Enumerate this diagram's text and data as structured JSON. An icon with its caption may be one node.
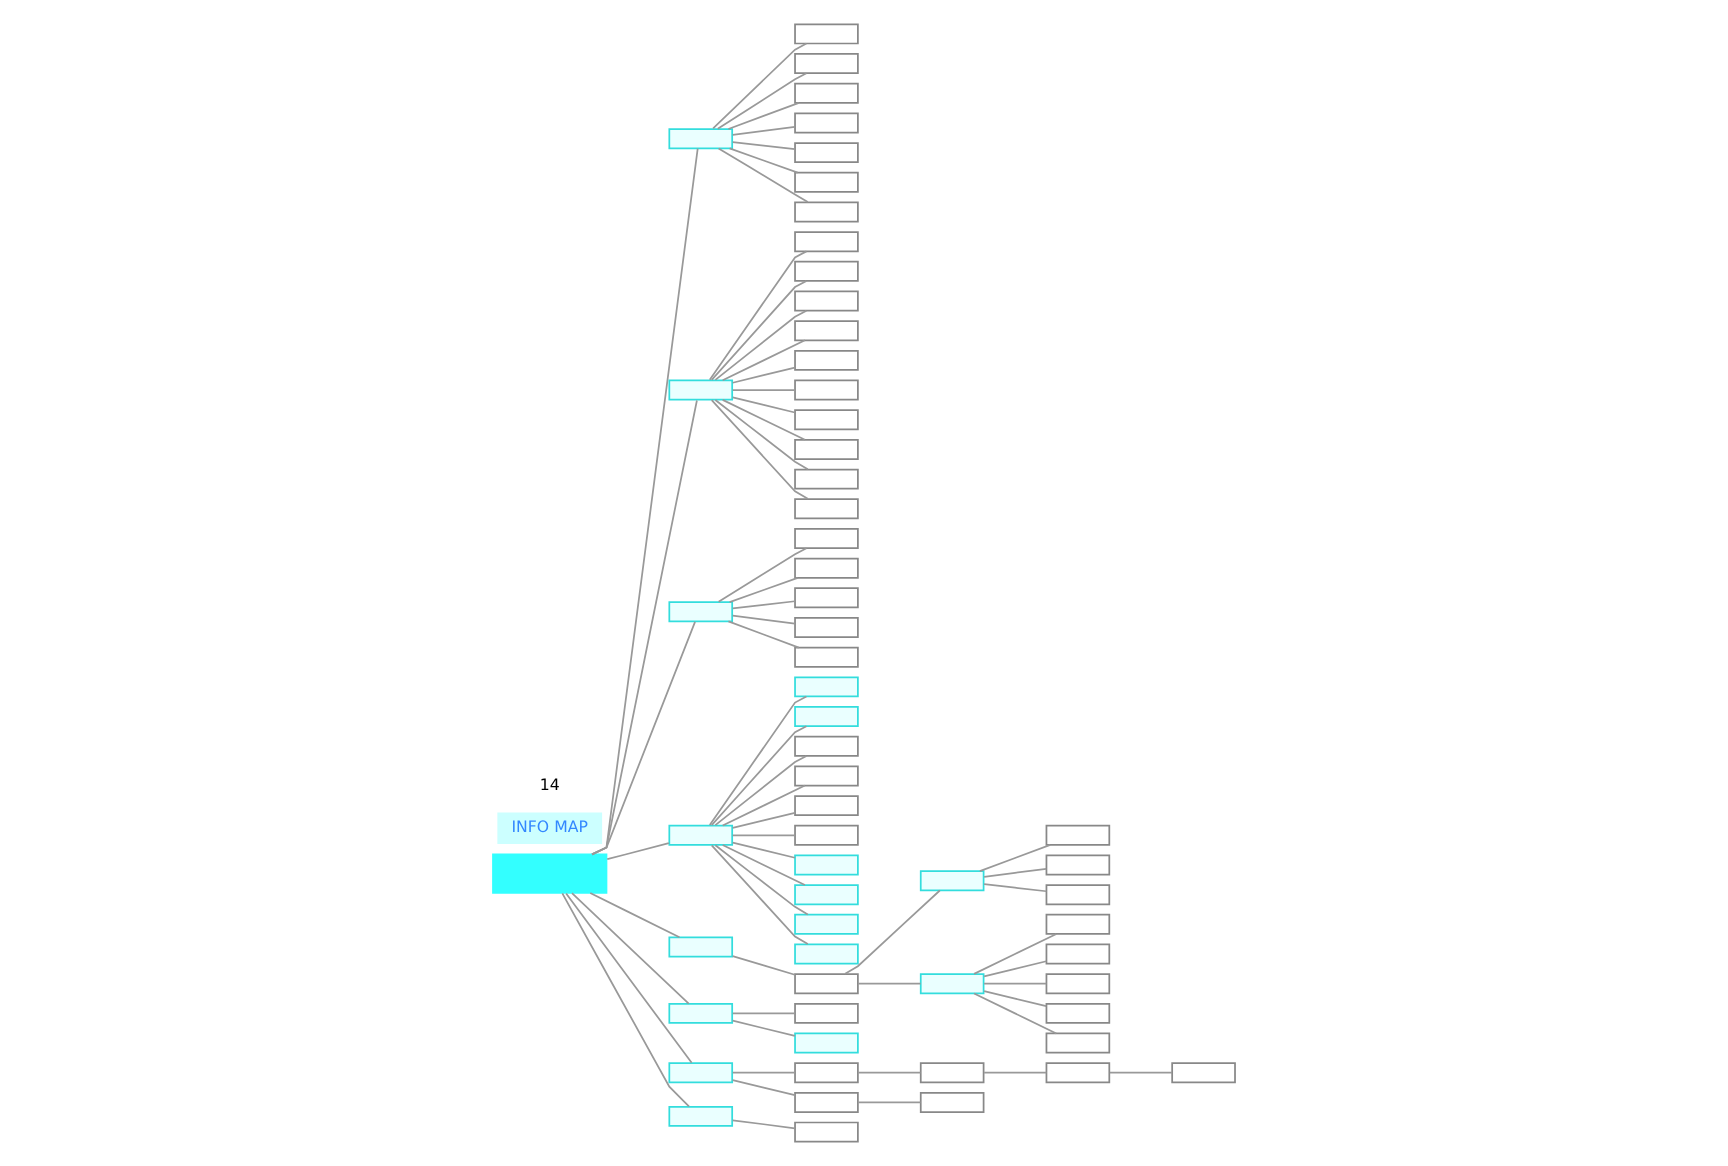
{
  "diagram": {
    "nodes": [
      {
        "text": [],
        "shape": "box"
      },
      {
        "text": [],
        "shape": "box"
      },
      {
        "text": [],
        "shape": "box"
      },
      {
        "text": [],
        "shape": "box"
      },
      {
        "text": [],
        "shape": "box"
      },
      {
        "text": [],
        "shape": "box"
      },
      {
        "text": [],
        "shape": "box"
      },
      {
        "text": [],
        "shape": "box"
      },
      {
        "text": [],
        "shape": "box"
      },
      {
        "text": [],
        "shape": "box"
      },
      {
        "text": [],
        "shape": "box"
      },
      {
        "text": [],
        "shape": "box"
      },
      {
        "text": [],
        "shape": "box"
      },
      {
        "text": [],
        "shape": "box"
      },
      {
        "text": [],
        "shape": "box"
      },
      {
        "text": [],
        "shape": "box"
      },
      {
        "text": [],
        "shape": "box"
      },
      {
        "text": [],
        "shape": "box"
      },
      {
        "text": [],
        "shape": "box"
      },
      {
        "text": [],
        "shape": "box"
      },
      {
        "text": [],
        "shape": "box"
      },
      {
        "text": [],
        "shape": "box"
      },
      {
        "text": [],
        "shape": "box"
      },
      {
        "text": [],
        "shape": "box"
      },
      {
        "text": [],
        "shape": "box"
      },
      {
        "text": [],
        "shape": "box"
      },
      {
        "text": [],
        "shape": "box"
      },
      {
        "text": [],
        "shape": "box"
      },
      {
        "text": [],
        "shape": "box"
      },
      {
        "text": [],
        "shape": "box"
      },
      {
        "text": [],
        "shape": "box"
      },
      {
        "text": [],
        "shape": "box"
      },
      {
        "text": [],
        "shape": "box"
      },
      {
        "text": [],
        "shape": "box"
      },
      {
        "text": [],
        "shape": "box"
      },
      {
        "text": [],
        "shape": "box"
      },
      {
        "text": [],
        "shape": "box"
      },
      {
        "text": [],
        "shape": "box"
      },
      {
        "text": [],
        "shape": "box"
      },
      {
        "text": [],
        "shape": "box"
      },
      {
        "text": [],
        "shape": "box"
      },
      {
        "text": [],
        "shape": "box"
      },
      {
        "text": [],
        "shape": "box"
      },
      {
        "text": [],
        "shape": "box"
      },
      {
        "text": [],
        "shape": "box"
      },
      {
        "text": [],
        "shape": "box"
      },
      {
        "text": [],
        "shape": "box"
      },
      {
        "text": [],
        "shape": "box"
      },
      {
        "text": [],
        "shape": "box"
      },
      {
        "text": [],
        "shape": "box"
      },
      {
        "text": [],
        "shape": "box"
      },
      {
        "text": [],
        "shape": "box"
      },
      {
        "text": [],
        "shape": "box"
      },
      {
        "text": [],
        "shape": "box"
      },
      {
        "text": [],
        "shape": "box"
      },
      {
        "text": [],
        "shape": "box"
      },
      {
        "text": [],
        "shape": "box"
      },
      {
        "text": [],
        "shape": "box"
      },
      {
        "text": [],
        "shape": "box"
      },
      {
        "text": [],
        "shape": "box"
      },
      {
        "text": [],
        "shape": "box"
      }
    ],
    "edges": [
      {
        "from": 0,
        "to": 1,
        "arrow": "none"
      },
      {
        "from": 0,
        "to": 9,
        "arrow": "none"
      },
      {
        "from": 0,
        "to": 20,
        "arrow": "none"
      },
      {
        "from": 0,
        "to": 26,
        "arrow": "none"
      },
      {
        "from": 0,
        "to": 37,
        "arrow": "none"
      },
      {
        "from": 0,
        "to": 49,
        "arrow": "none"
      },
      {
        "from": 0,
        "to": 52,
        "arrow": "none"
      },
      {
        "from": 0,
        "to": 59,
        "arrow": "none"
      },
      {
        "from": 1,
        "to": 2,
        "arrow": "none"
      },
      {
        "from": 1,
        "to": 3,
        "arrow": "none"
      },
      {
        "from": 1,
        "to": 4,
        "arrow": "none"
      },
      {
        "from": 1,
        "to": 5,
        "arrow": "none"
      },
      {
        "from": 1,
        "to": 6,
        "arrow": "none"
      },
      {
        "from": 1,
        "to": 7,
        "arrow": "none"
      },
      {
        "from": 1,
        "to": 8,
        "arrow": "none"
      },
      {
        "from": 9,
        "to": 10,
        "arrow": "none"
      },
      {
        "from": 9,
        "to": 11,
        "arrow": "none"
      },
      {
        "from": 9,
        "to": 12,
        "arrow": "none"
      },
      {
        "from": 9,
        "to": 13,
        "arrow": "none"
      },
      {
        "from": 9,
        "to": 14,
        "arrow": "none"
      },
      {
        "from": 9,
        "to": 15,
        "arrow": "none"
      },
      {
        "from": 9,
        "to": 16,
        "arrow": "none"
      },
      {
        "from": 9,
        "to": 17,
        "arrow": "none"
      },
      {
        "from": 9,
        "to": 18,
        "arrow": "none"
      },
      {
        "from": 9,
        "to": 19,
        "arrow": "none"
      },
      {
        "from": 20,
        "to": 21,
        "arrow": "none"
      },
      {
        "from": 20,
        "to": 22,
        "arrow": "none"
      },
      {
        "from": 20,
        "to": 23,
        "arrow": "none"
      },
      {
        "from": 20,
        "to": 24,
        "arrow": "none"
      },
      {
        "from": 20,
        "to": 25,
        "arrow": "none"
      },
      {
        "from": 26,
        "to": 27,
        "arrow": "none"
      },
      {
        "from": 26,
        "to": 28,
        "arrow": "none"
      },
      {
        "from": 26,
        "to": 29,
        "arrow": "none"
      },
      {
        "from": 26,
        "to": 30,
        "arrow": "none"
      },
      {
        "from": 26,
        "to": 31,
        "arrow": "none"
      },
      {
        "from": 26,
        "to": 32,
        "arrow": "none"
      },
      {
        "from": 26,
        "to": 33,
        "arrow": "none"
      },
      {
        "from": 26,
        "to": 34,
        "arrow": "none"
      },
      {
        "from": 26,
        "to": 35,
        "arrow": "none"
      },
      {
        "from": 26,
        "to": 36,
        "arrow": "none"
      },
      {
        "from": 37,
        "to": 38,
        "arrow": "none"
      },
      {
        "from": 38,
        "to": 39,
        "arrow": "none"
      },
      {
        "from": 39,
        "to": 40,
        "arrow": "none"
      },
      {
        "from": 39,
        "to": 41,
        "arrow": "none"
      },
      {
        "from": 39,
        "to": 42,
        "arrow": "none"
      },
      {
        "from": 38,
        "to": 43,
        "arrow": "none"
      },
      {
        "from": 43,
        "to": 44,
        "arrow": "none"
      },
      {
        "from": 43,
        "to": 45,
        "arrow": "none"
      },
      {
        "from": 43,
        "to": 46,
        "arrow": "none"
      },
      {
        "from": 43,
        "to": 47,
        "arrow": "none"
      },
      {
        "from": 43,
        "to": 48,
        "arrow": "none"
      },
      {
        "from": 49,
        "to": 50,
        "arrow": "none"
      },
      {
        "from": 49,
        "to": 51,
        "arrow": "none"
      },
      {
        "from": 52,
        "to": 53,
        "arrow": "none"
      },
      {
        "from": 53,
        "to": 54,
        "arrow": "none"
      },
      {
        "from": 54,
        "to": 55,
        "arrow": "none"
      },
      {
        "from": 55,
        "to": 56,
        "arrow": "none"
      },
      {
        "from": 52,
        "to": 57,
        "arrow": "none"
      },
      {
        "from": 57,
        "to": 58,
        "arrow": "none"
      },
      {
        "from": 59,
        "to": 60,
        "arrow": "none"
      }
    ],
    "labels": [
      "INFO MAP",
      "14"
    ]
  }
}
